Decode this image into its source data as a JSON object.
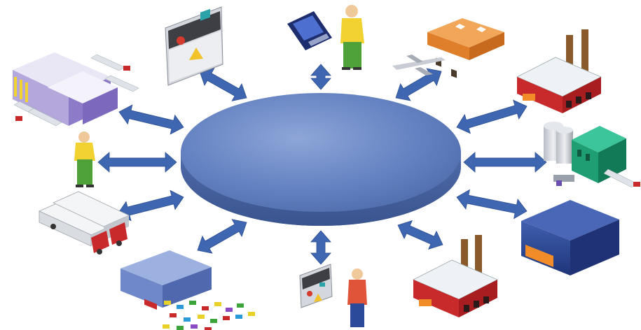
{
  "diagram": {
    "type": "hub-and-spoke",
    "hub": {
      "shape": "disc",
      "color": "#5a78b8"
    },
    "arrow_color": "#3f66b0",
    "nodes": [
      {
        "id": "distribution-center",
        "icon": "warehouse-with-trucks-icon"
      },
      {
        "id": "workstation-top",
        "icon": "computer-screen-icon"
      },
      {
        "id": "mobile-worker",
        "icon": "worker-with-handheld-device-icon"
      },
      {
        "id": "air-logistics",
        "icon": "airplane-hangar-icon"
      },
      {
        "id": "factory-right-top",
        "icon": "factory-icon"
      },
      {
        "id": "processing-plant",
        "icon": "silo-plant-icon"
      },
      {
        "id": "data-center",
        "icon": "data-center-building-icon"
      },
      {
        "id": "factory-bottom",
        "icon": "factory-icon"
      },
      {
        "id": "workstation-user",
        "icon": "user-at-screen-icon"
      },
      {
        "id": "retail-store",
        "icon": "store-with-cars-icon"
      },
      {
        "id": "truck-fleet",
        "icon": "trucks-icon"
      },
      {
        "id": "worker-left",
        "icon": "worker-icon"
      }
    ],
    "colors": {
      "brick": "#c8292b",
      "roof": "#eef1f6",
      "orange": "#f28c28",
      "green": "#1f9e73",
      "purple": "#8d7ac8",
      "blue_block": "#3a5aa6",
      "yellow": "#f2d230",
      "pants": "#4fa23a"
    }
  }
}
